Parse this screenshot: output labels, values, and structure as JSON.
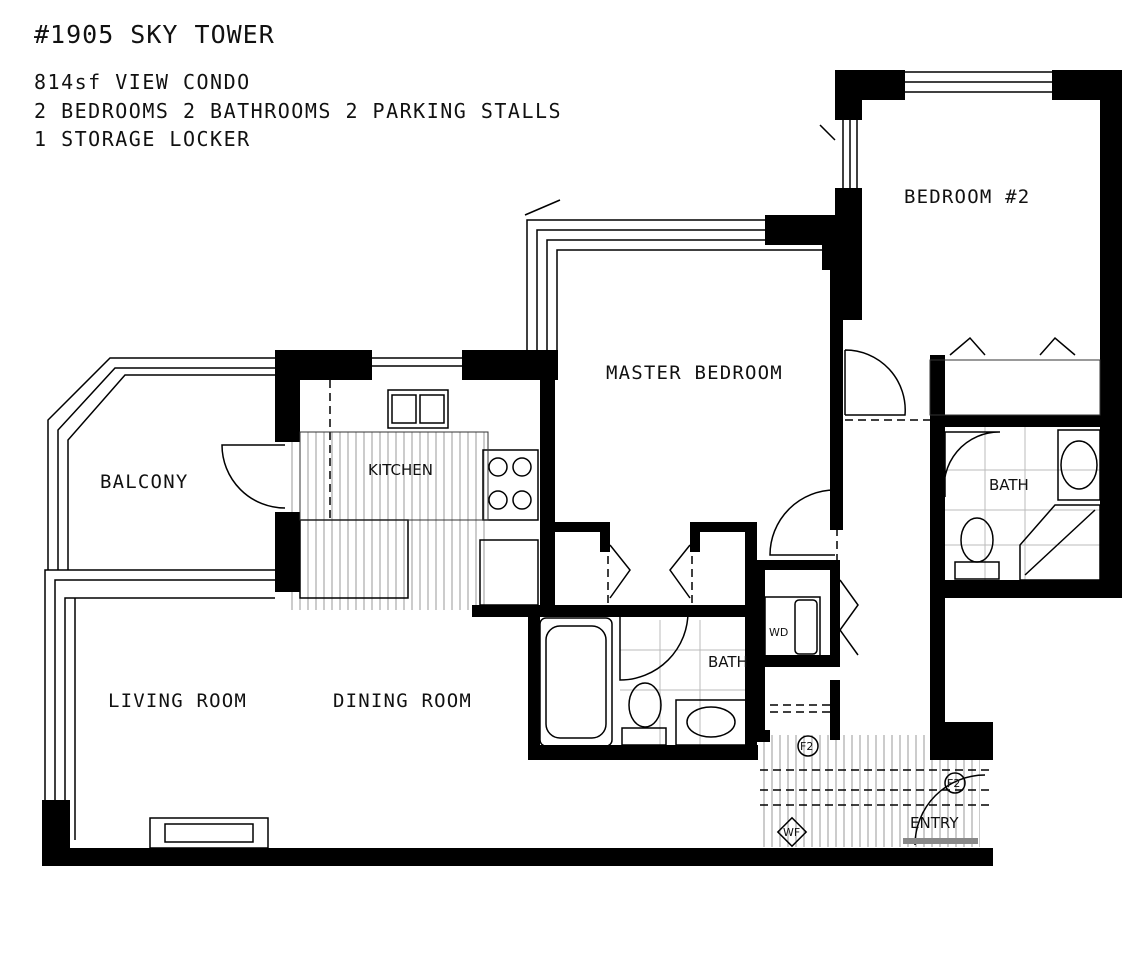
{
  "header": {
    "title": "#1905 SKY TOWER",
    "lines": [
      "814sf VIEW CONDO",
      "2 BEDROOMS 2 BATHROOMS 2 PARKING STALLS",
      "1 STORAGE LOCKER"
    ]
  },
  "rooms": {
    "balcony": "BALCONY",
    "kitchen": "KITCHEN",
    "master_bedroom": "MASTER BEDROOM",
    "bedroom2": "BEDROOM #2",
    "bath_ensuite": "BATH",
    "bath_main": "BATH",
    "laundry": "WD",
    "living_room": "LIVING ROOM",
    "dining_room": "DINING ROOM",
    "entry": "ENTRY"
  },
  "tags": {
    "f2_a": "F2",
    "f2_b": "F2",
    "wf": "WF"
  }
}
